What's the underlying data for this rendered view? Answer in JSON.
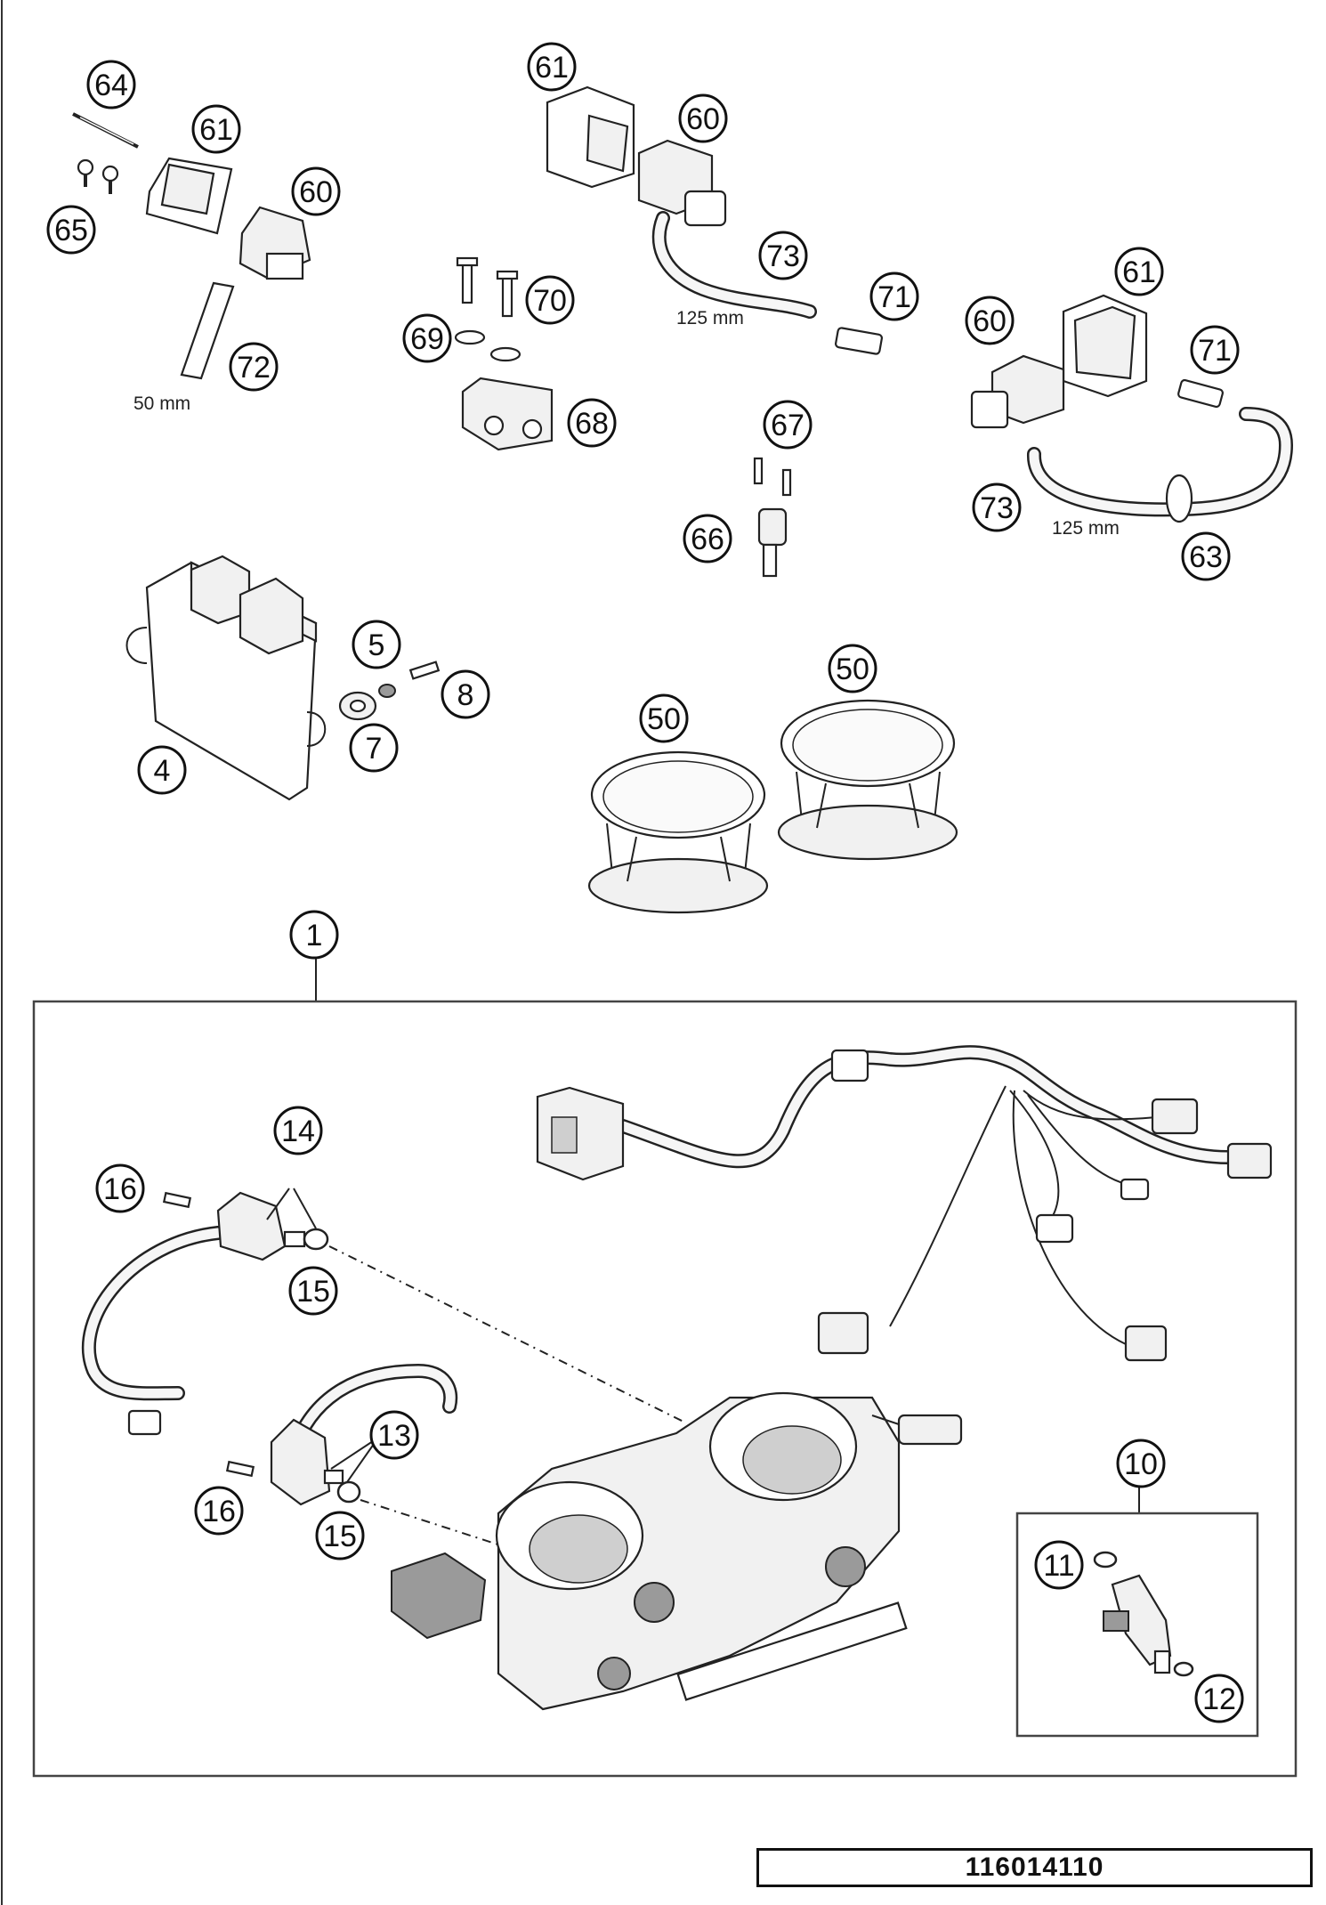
{
  "diagram": {
    "callouts": [
      "64",
      "61",
      "60",
      "65",
      "72",
      "61",
      "60",
      "73",
      "71",
      "70",
      "69",
      "68",
      "61",
      "60",
      "71",
      "73",
      "63",
      "67",
      "66",
      "5",
      "8",
      "7",
      "4",
      "50",
      "50",
      "1",
      "14",
      "16",
      "15",
      "13",
      "16",
      "15",
      "10",
      "11",
      "12"
    ],
    "dimensions": [
      "50 mm",
      "125 mm",
      "125 mm"
    ],
    "part_number": "116014110"
  }
}
